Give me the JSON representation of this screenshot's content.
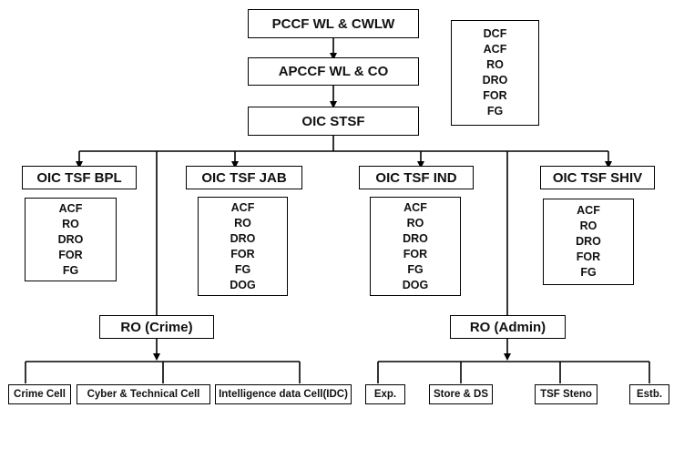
{
  "top": {
    "pccf": "PCCF WL & CWLW",
    "apccf": "APCCF WL & CO",
    "oic_stsf": "OIC STSF"
  },
  "hq_staff": [
    "DCF",
    "ACF",
    "RO",
    "DRO",
    "FOR",
    "FG"
  ],
  "divisions": [
    {
      "title": "OIC TSF BPL",
      "staff": [
        "ACF",
        "RO",
        "DRO",
        "FOR",
        "FG"
      ]
    },
    {
      "title": "OIC TSF JAB",
      "staff": [
        "ACF",
        "RO",
        "DRO",
        "FOR",
        "FG",
        "DOG"
      ]
    },
    {
      "title": "OIC TSF IND",
      "staff": [
        "ACF",
        "RO",
        "DRO",
        "FOR",
        "FG",
        "DOG"
      ]
    },
    {
      "title": "OIC TSF SHIV",
      "staff": [
        "ACF",
        "RO",
        "DRO",
        "FOR",
        "FG"
      ]
    }
  ],
  "crime": {
    "title": "RO (Crime)",
    "cells": [
      "Crime Cell",
      "Cyber & Technical Cell",
      "Intelligence data Cell(IDC)"
    ]
  },
  "admin": {
    "title": "RO (Admin)",
    "cells": [
      "Exp.",
      "Store & DS",
      "TSF Steno",
      "Estb."
    ]
  }
}
